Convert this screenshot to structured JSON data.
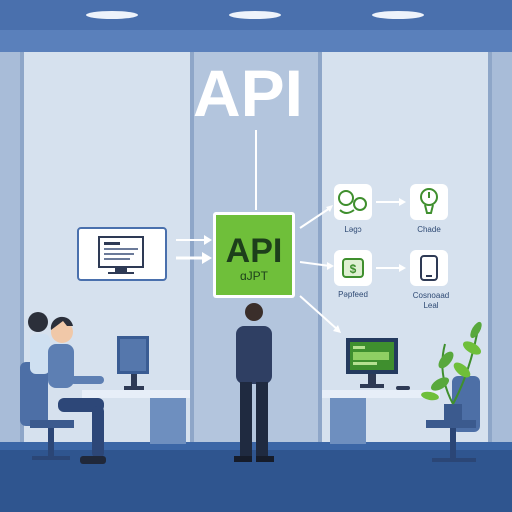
{
  "title": "API",
  "hub": {
    "title": "API",
    "subtitle": "ɑJPT"
  },
  "nodes": {
    "top_left_label": "Ləgɔ",
    "top_right_label": "Chade",
    "mid_left_label": "Pəpfeed",
    "mid_right_label": "Cosnoaad",
    "mid_right_label2": "Leal"
  },
  "colors": {
    "accent_green": "#6fbf3a",
    "ceiling_blue": "#4f79b5",
    "wall": "#b8c9de",
    "panel": "#9fb5d3",
    "floor": "#365a8f"
  },
  "icons": [
    "document-icon",
    "monitor-icon",
    "arrow-right-icon",
    "users-icon",
    "bulb-icon",
    "dollar-icon",
    "phone-icon",
    "plant-icon"
  ]
}
